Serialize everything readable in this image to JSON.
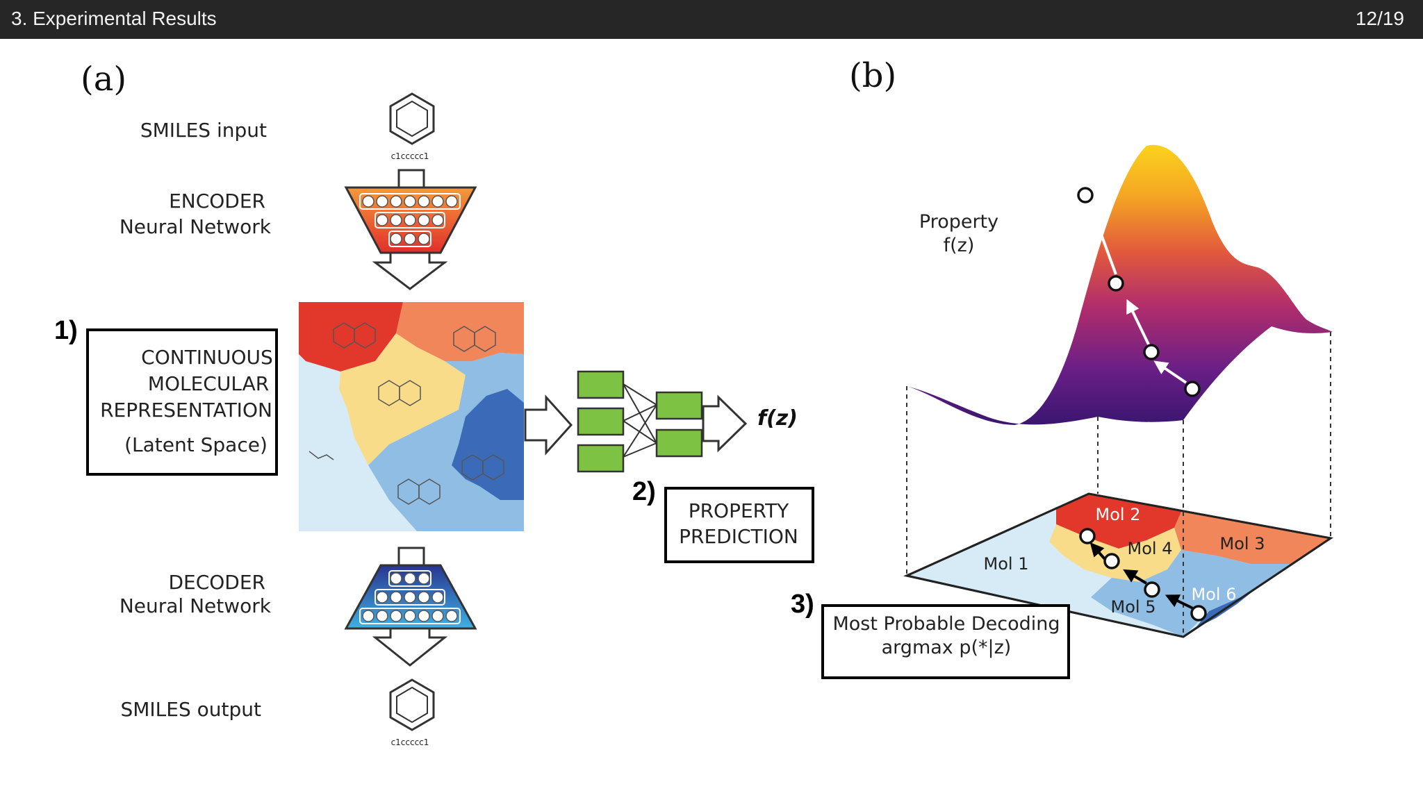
{
  "slide": {
    "title": "3. Experimental Results",
    "page": "12/19"
  },
  "panel_a": {
    "label": "(a)",
    "smiles_input": "SMILES input",
    "smiles_input_code": "c1ccccc1",
    "encoder_line1": "ENCODER",
    "encoder_line2": "Neural Network",
    "step1": "1)",
    "latent_line1": "CONTINUOUS",
    "latent_line2": "MOLECULAR",
    "latent_line3": "REPRESENTATION",
    "latent_line4": "(Latent Space)",
    "step2": "2)",
    "prop_line1": "PROPERTY",
    "prop_line2": "PREDICTION",
    "fz": "f(z)",
    "decoder_line1": "DECODER",
    "decoder_line2": "Neural Network",
    "smiles_output": "SMILES output",
    "smiles_output_code": "c1ccccc1"
  },
  "panel_b": {
    "label": "(b)",
    "property_line1": "Property",
    "property_line2": "f(z)",
    "mol1": "Mol 1",
    "mol2": "Mol 2",
    "mol3": "Mol 3",
    "mol4": "Mol 4",
    "mol5": "Mol 5",
    "mol6": "Mol 6",
    "step3": "3)",
    "decode_line1": "Most Probable Decoding",
    "decode_line2": "argmax p(*|z)"
  },
  "colors": {
    "topbar": "#262626",
    "encoder_top": "#f28a3a",
    "encoder_bottom": "#e0342b",
    "decoder_top": "#2a3a9e",
    "decoder_bottom": "#39a7dc",
    "nn_box": "#7dc242",
    "surface_peak": "#f6c11a",
    "surface_low": "#3b1670"
  }
}
